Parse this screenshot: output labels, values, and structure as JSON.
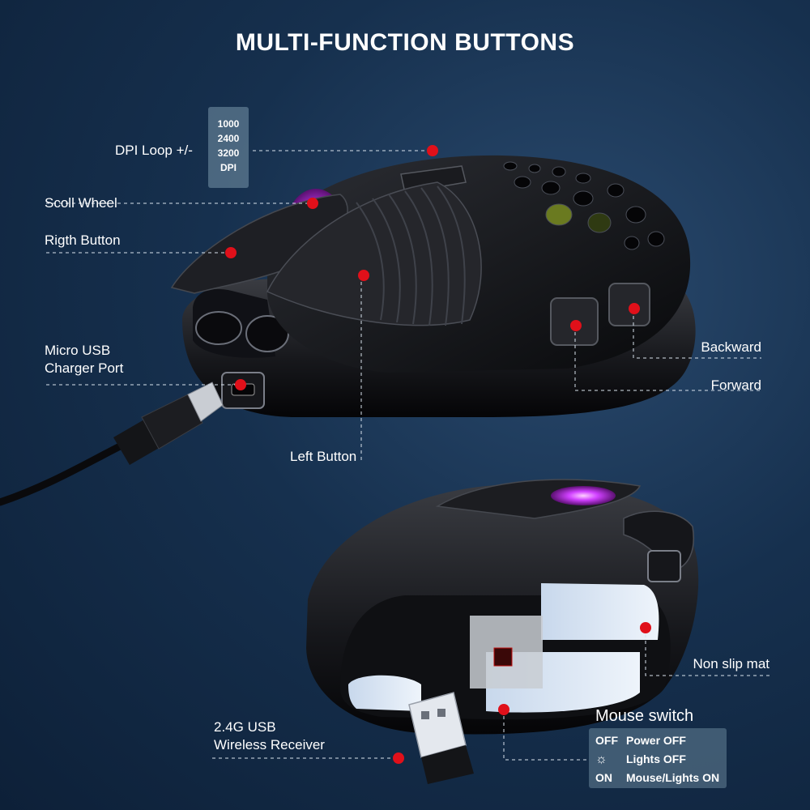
{
  "title": "MULTI-FUNCTION BUTTONS",
  "labels": {
    "dpi_loop": "DPI Loop +/-",
    "scroll_wheel": "Scoll Wheel",
    "right_button": "Rigth Button",
    "micro_usb_line1": "Micro USB",
    "micro_usb_line2": "Charger Port",
    "left_button": "Left Button",
    "backward": "Backward",
    "forward": "Forward",
    "non_slip_mat": "Non slip mat",
    "receiver_line1": "2.4G USB",
    "receiver_line2": "Wireless Receiver"
  },
  "dpi_values": [
    "1000",
    "2400",
    "3200",
    "DPI"
  ],
  "mouse_switch": {
    "title": "Mouse switch",
    "rows": [
      {
        "key": "OFF",
        "value": "Power OFF"
      },
      {
        "key": "☼",
        "value": "Lights OFF"
      },
      {
        "key": "ON",
        "value": "Mouse/Lights ON"
      }
    ]
  },
  "colors": {
    "marker": "#e0101a",
    "leader_line": "#d8e2ec",
    "rgb_glow": "#d040ff"
  }
}
